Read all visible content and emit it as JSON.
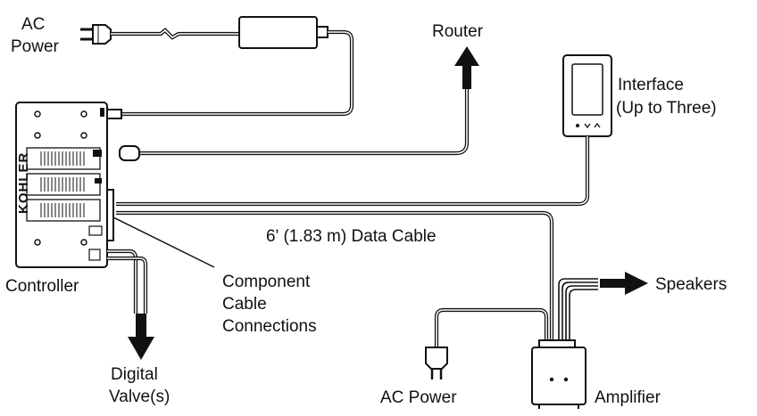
{
  "diagram": {
    "labels": {
      "ac_power_top_line1": "AC",
      "ac_power_top_line2": "Power",
      "router": "Router",
      "interface_line1": "Interface",
      "interface_line2": "(Up to Three)",
      "data_cable": "6' (1.83 m) Data Cable",
      "speakers": "Speakers",
      "controller": "Controller",
      "component_line1": "Component",
      "component_line2": "Cable",
      "component_line3": "Connections",
      "digital_valve_line1": "Digital",
      "digital_valve_line2": "Valve(s)",
      "ac_power_bottom": "AC Power",
      "amplifier": "Amplifier"
    },
    "brand": "KOHLER"
  }
}
